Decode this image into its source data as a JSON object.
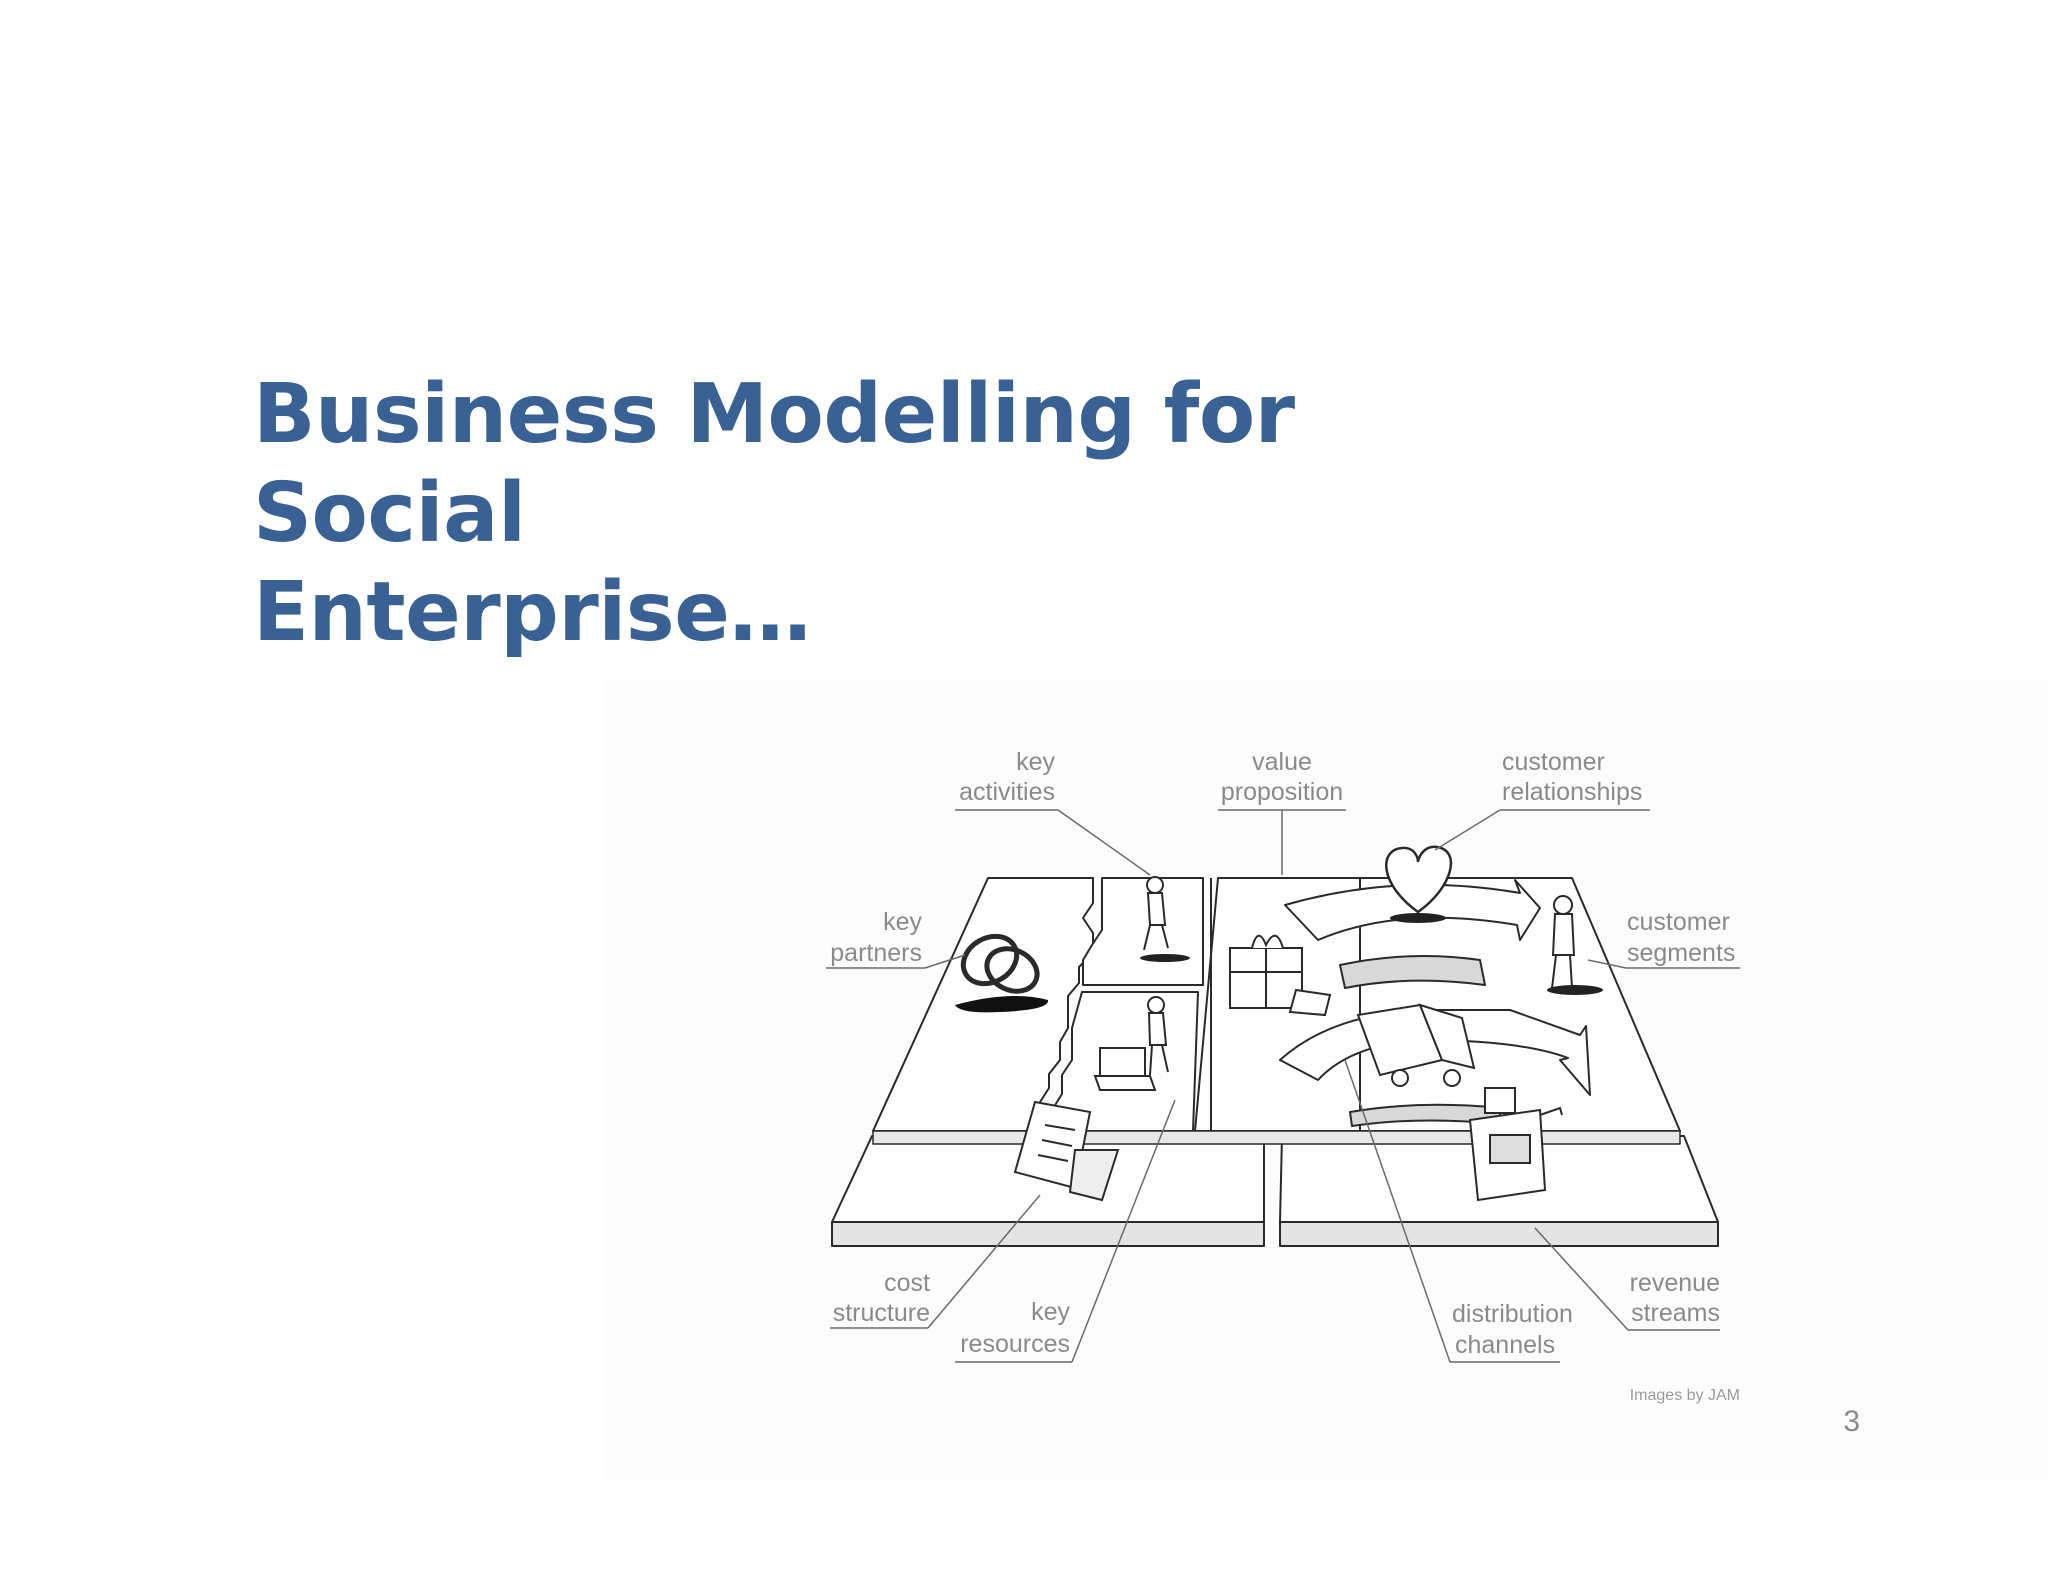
{
  "slide": {
    "title_line1": "Business Modelling for Social",
    "title_line2": "Enterprise…",
    "page_number": "3"
  },
  "canvas": {
    "labels": {
      "key_activities": [
        "key",
        "activities"
      ],
      "value_proposition": [
        "value",
        "proposition"
      ],
      "customer_relationships": [
        "customer",
        "relationships"
      ],
      "key_partners": [
        "key",
        "partners"
      ],
      "customer_segments": [
        "customer",
        "segments"
      ],
      "cost_structure": [
        "cost",
        "structure"
      ],
      "key_resources": [
        "key",
        "resources"
      ],
      "distribution_channels": [
        "distribution",
        "channels"
      ],
      "revenue_streams": [
        "revenue",
        "streams"
      ]
    },
    "credit": "Images by JAM"
  },
  "colors": {
    "title": "#3a6193",
    "label": "#8a8a8a",
    "line": "#2a2a2a"
  }
}
